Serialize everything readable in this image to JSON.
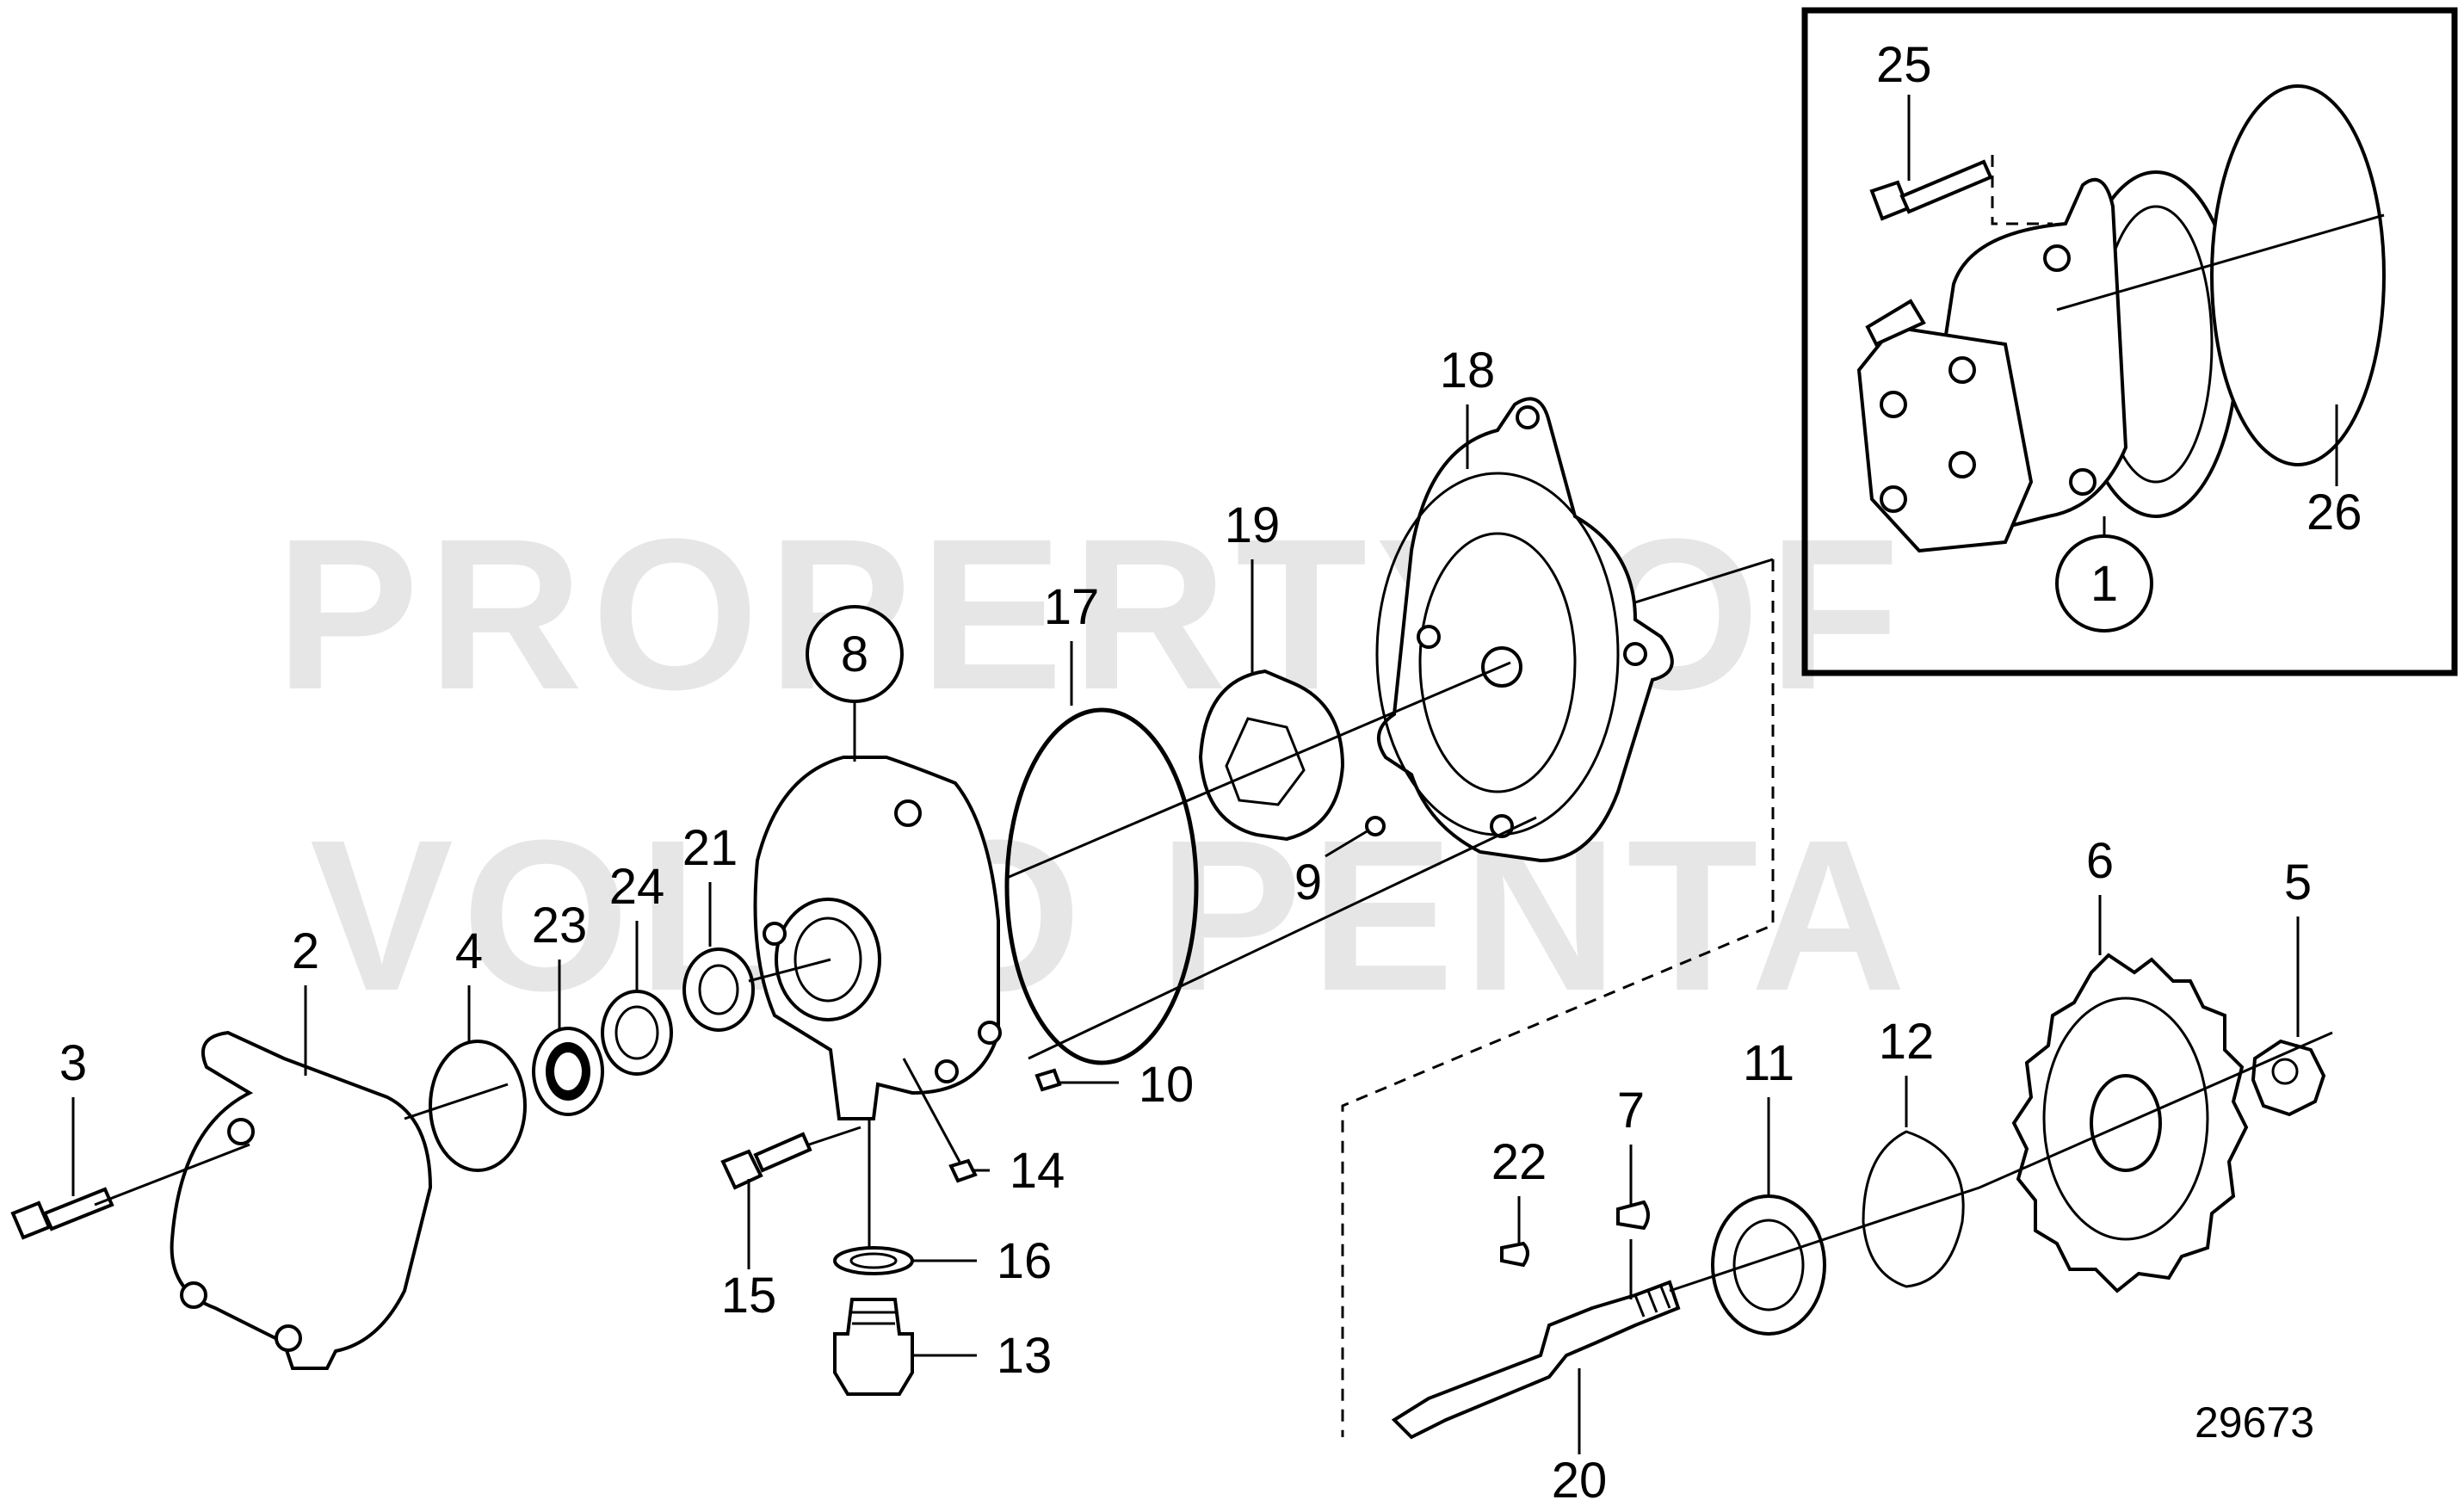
{
  "watermark": {
    "line1": "PROPERTY OF",
    "line2": "VOLVO PENTA"
  },
  "figure_number": "29673",
  "callouts": {
    "c1": "1",
    "c2": "2",
    "c3": "3",
    "c4": "4",
    "c5": "5",
    "c6": "6",
    "c7": "7",
    "c8": "8",
    "c9": "9",
    "c10": "10",
    "c11": "11",
    "c12": "12",
    "c13": "13",
    "c14": "14",
    "c15": "15",
    "c16": "16",
    "c17": "17",
    "c18": "18",
    "c19": "19",
    "c20": "20",
    "c21": "21",
    "c22": "22",
    "c23": "23",
    "c24": "24",
    "c25": "25",
    "c26": "26"
  }
}
